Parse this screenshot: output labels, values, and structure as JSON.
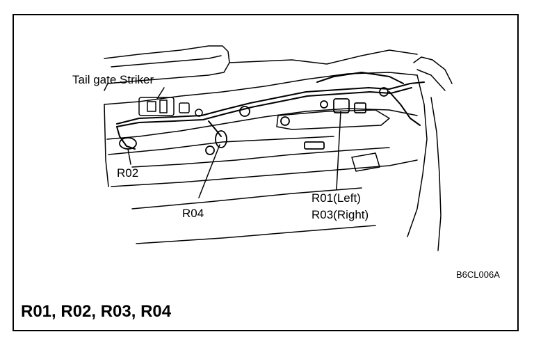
{
  "labels": {
    "tailgate_striker": "Tail gate Striker",
    "r02": "R02",
    "r04": "R04",
    "r01": "R01(Left)",
    "r03": "R03(Right)"
  },
  "figure_code": "B6CL006A",
  "footer_title": "R01, R02, R03, R04",
  "colors": {
    "line": "#000000",
    "background": "#ffffff"
  }
}
